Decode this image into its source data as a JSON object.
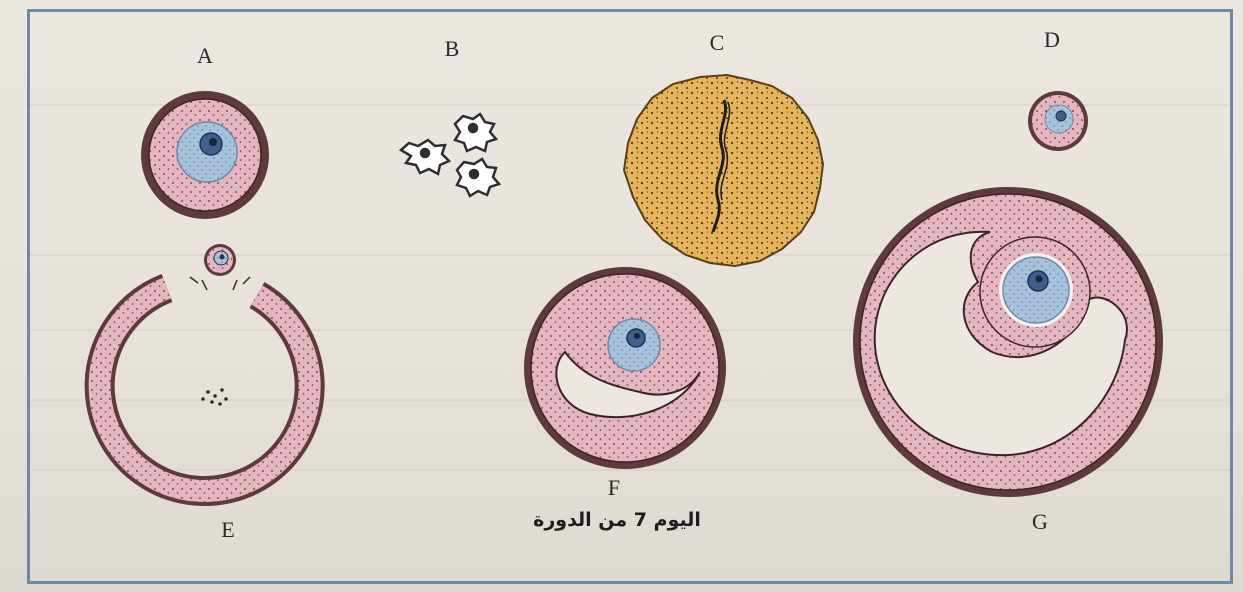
{
  "labels": {
    "a": "A",
    "b": "B",
    "c": "C",
    "d": "D",
    "e": "E",
    "f": "F",
    "g": "G"
  },
  "caption": "اليوم 7 من الدورة",
  "colors": {
    "follicle_pink": "#e4b7c0",
    "follicle_wall": "#5e3a3a",
    "oocyte_blue": "#a9c2dc",
    "nucleus": "#3d5f8a",
    "corpus_yellow": "#e5b45c",
    "frame": "#6f8aa6"
  }
}
